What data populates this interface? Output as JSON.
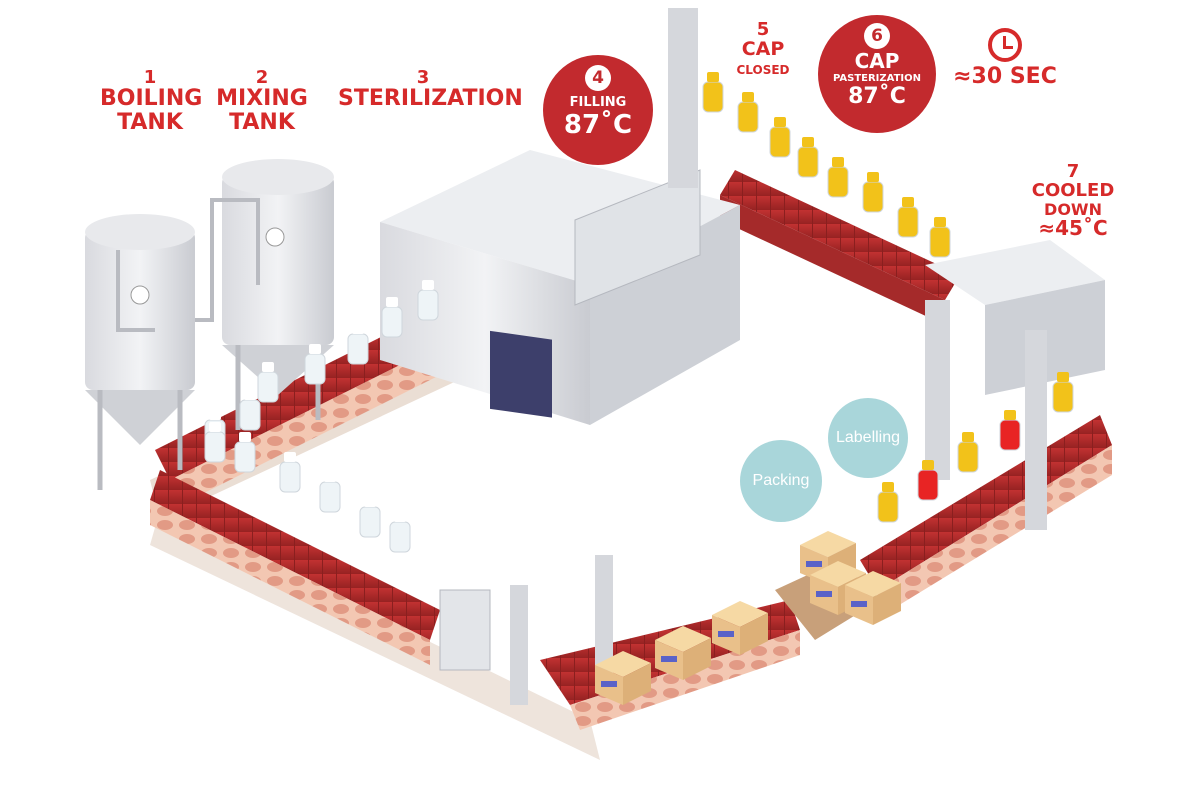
{
  "steps": [
    {
      "number": "1",
      "line1": "BOILING",
      "line2": "TANK"
    },
    {
      "number": "2",
      "line1": "MIXING",
      "line2": "TANK"
    },
    {
      "number": "3",
      "line1": "STERILIZATION"
    },
    {
      "number": "4",
      "line1": "FILLING",
      "value": "87˚C"
    },
    {
      "number": "5",
      "line1": "CAP",
      "line2": "CLOSED"
    },
    {
      "number": "6",
      "line1": "CAP",
      "line2": "PASTERIZATION",
      "value": "87˚C"
    },
    {
      "number": "7",
      "line1": "COOLED",
      "line2": "DOWN",
      "value": "≈45˚C"
    }
  ],
  "timer": {
    "icon": "clock-icon",
    "text": "≈30 SEC"
  },
  "stations": {
    "labelling": "Labelling",
    "packing": "Packing"
  },
  "colors": {
    "accent": "#d62a2a",
    "badge": "#c22a2e",
    "teal": "#a9d6da",
    "conveyor": "#b52c2b",
    "juice": "#f2c21a"
  }
}
